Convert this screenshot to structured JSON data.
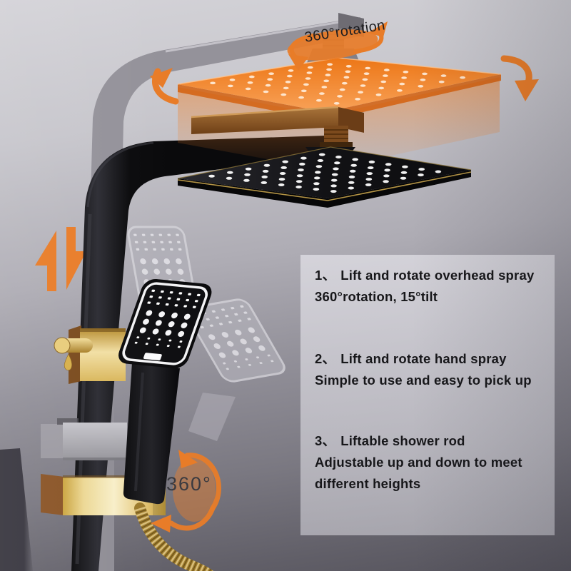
{
  "labels": {
    "top_rotation": "360°rotation",
    "bottom_rotation": "360°"
  },
  "feature_panel": {
    "items": [
      {
        "number": "1、",
        "title": "Lift and rotate overhead spray",
        "lines": [
          "360°rotation, 15°tilt"
        ]
      },
      {
        "number": "2、",
        "title": "Lift and rotate hand spray",
        "lines": [
          "Simple to use and easy to pick up"
        ]
      },
      {
        "number": "3、",
        "title": "Liftable shower rod",
        "lines": [
          "Adjustable up and down to meet",
          "different heights"
        ]
      }
    ]
  },
  "colors": {
    "accent_orange": "#e87c28",
    "gold": "#e9cf8a",
    "fixture_black": "#141417",
    "ghost_gray": "#97959d",
    "panel_bg": "#cac9cf"
  },
  "icons": {
    "lift_rod": "up-down-arrows-icon",
    "overhead_rotation": "rotation-ellipse-arrows-icon",
    "tilt_up": "curved-up-arrow-icon",
    "tilt_down": "curved-down-arrow-icon",
    "hand_rotation": "rotation-circle-arrow-icon"
  }
}
